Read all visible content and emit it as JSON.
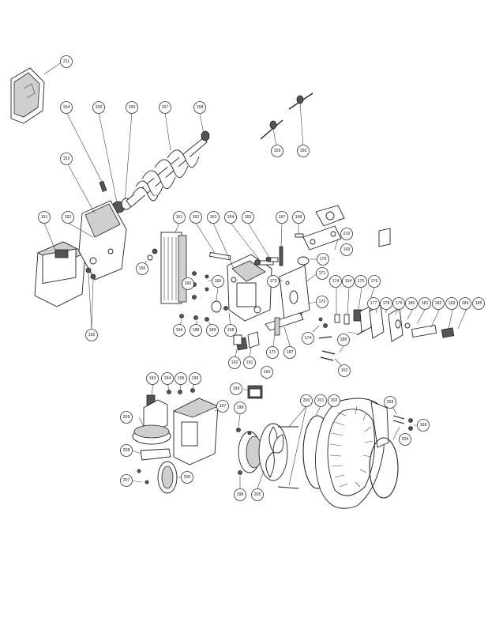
{
  "callouts": [
    {
      "id": "c211",
      "label": "211"
    },
    {
      "id": "c154a",
      "label": "154"
    },
    {
      "id": "c155",
      "label": "155"
    },
    {
      "id": "c156",
      "label": "156"
    },
    {
      "id": "c157",
      "label": "157"
    },
    {
      "id": "c158",
      "label": "158"
    },
    {
      "id": "c159",
      "label": "159"
    },
    {
      "id": "c160",
      "label": "160"
    },
    {
      "id": "c153",
      "label": "153"
    },
    {
      "id": "c151",
      "label": "151"
    },
    {
      "id": "c152",
      "label": "152"
    },
    {
      "id": "c161",
      "label": "161"
    },
    {
      "id": "c162a",
      "label": "162"
    },
    {
      "id": "c163",
      "label": "163"
    },
    {
      "id": "c164",
      "label": "164"
    },
    {
      "id": "c165",
      "label": "165"
    },
    {
      "id": "c167",
      "label": "167"
    },
    {
      "id": "c168a",
      "label": "168"
    },
    {
      "id": "c210",
      "label": "210"
    },
    {
      "id": "c169",
      "label": "169"
    },
    {
      "id": "c170",
      "label": "170"
    },
    {
      "id": "c150a",
      "label": "150"
    },
    {
      "id": "c150b",
      "label": "150"
    },
    {
      "id": "c166a",
      "label": "166"
    },
    {
      "id": "c166b",
      "label": "166"
    },
    {
      "id": "c173",
      "label": "173"
    },
    {
      "id": "c171a",
      "label": "171"
    },
    {
      "id": "c172",
      "label": "172"
    },
    {
      "id": "c174a",
      "label": "174"
    },
    {
      "id": "c154b",
      "label": "154"
    },
    {
      "id": "c175",
      "label": "175"
    },
    {
      "id": "c176",
      "label": "176"
    },
    {
      "id": "c177",
      "label": "177"
    },
    {
      "id": "c178",
      "label": "178"
    },
    {
      "id": "c179",
      "label": "179"
    },
    {
      "id": "c180",
      "label": "180"
    },
    {
      "id": "c181",
      "label": "181"
    },
    {
      "id": "c182",
      "label": "182"
    },
    {
      "id": "c183",
      "label": "183"
    },
    {
      "id": "c184",
      "label": "184"
    },
    {
      "id": "c185",
      "label": "185"
    },
    {
      "id": "c186",
      "label": "186"
    },
    {
      "id": "c188",
      "label": "188"
    },
    {
      "id": "c189",
      "label": "189"
    },
    {
      "id": "c166c",
      "label": "166"
    },
    {
      "id": "c168b",
      "label": "168"
    },
    {
      "id": "c176b",
      "label": "176"
    },
    {
      "id": "c174b",
      "label": "174"
    },
    {
      "id": "c171b",
      "label": "171"
    },
    {
      "id": "c187",
      "label": "187"
    },
    {
      "id": "c192",
      "label": "192"
    },
    {
      "id": "c191",
      "label": "191"
    },
    {
      "id": "c162b",
      "label": "162"
    },
    {
      "id": "c190",
      "label": "190"
    },
    {
      "id": "c193",
      "label": "193"
    },
    {
      "id": "c194",
      "label": "194"
    },
    {
      "id": "c195",
      "label": "195"
    },
    {
      "id": "c196a",
      "label": "196"
    },
    {
      "id": "c199",
      "label": "199"
    },
    {
      "id": "c197",
      "label": "197"
    },
    {
      "id": "c198a",
      "label": "198"
    },
    {
      "id": "c200",
      "label": "200"
    },
    {
      "id": "c201",
      "label": "201"
    },
    {
      "id": "c202",
      "label": "202"
    },
    {
      "id": "c203",
      "label": "203"
    },
    {
      "id": "c168c",
      "label": "168"
    },
    {
      "id": "c204",
      "label": "204"
    },
    {
      "id": "c209",
      "label": "209"
    },
    {
      "id": "c208",
      "label": "208"
    },
    {
      "id": "c206",
      "label": "206"
    },
    {
      "id": "c207",
      "label": "207"
    },
    {
      "id": "c198b",
      "label": "198"
    },
    {
      "id": "c205",
      "label": "205"
    }
  ],
  "colors": {
    "line": "#222222",
    "background": "#ffffff"
  }
}
